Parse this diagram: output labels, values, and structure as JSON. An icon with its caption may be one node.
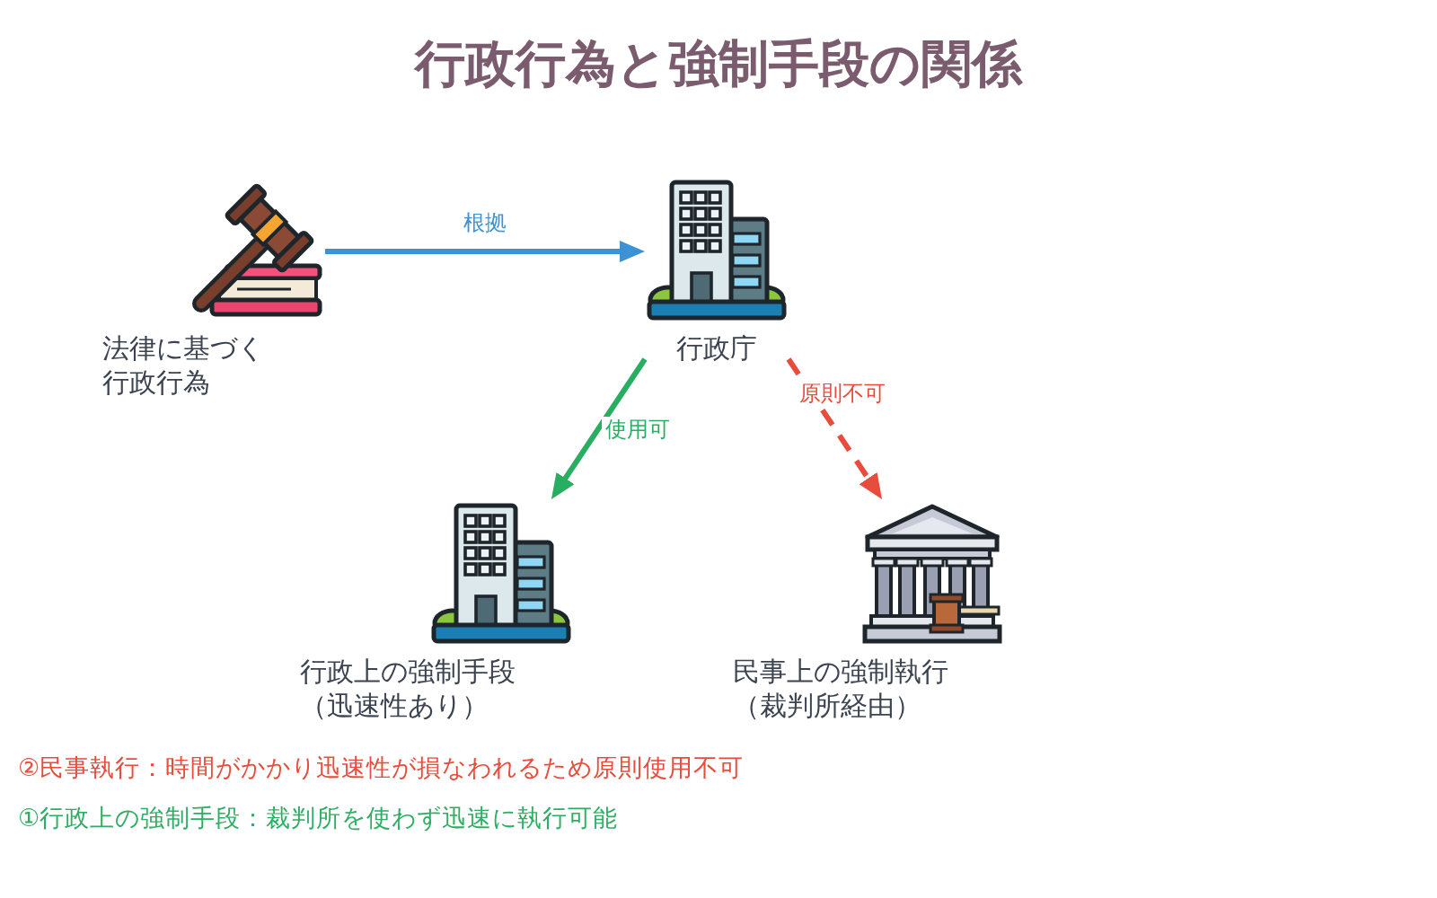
{
  "diagram": {
    "title": "行政行為と強制手段の関係",
    "nodes": [
      {
        "text": [
          "法律に基づく行政行為"
        ]
      },
      {
        "text": [
          "行政庁"
        ]
      },
      {
        "text": [
          "行政上の強制手段（迅速性あり）"
        ]
      },
      {
        "text": [
          "民事上の強制執行（裁判所経由）"
        ]
      }
    ],
    "edges": [
      {
        "from": 0,
        "to": 1,
        "arrow": "to",
        "label": "根拠",
        "color": "#3b93d6"
      },
      {
        "from": 1,
        "to": 2,
        "arrow": "to",
        "label": "使用可",
        "color": "#27ae60"
      },
      {
        "from": 1,
        "to": 3,
        "arrow": "to",
        "label": "原則不可",
        "style": "dashed",
        "color": "#e74c3c"
      }
    ],
    "labels": [
      "②民事執行：時間がかかり迅速性が損なわれるため原則使用不可",
      "①行政上の強制手段：裁判所を使わず迅速に執行可能"
    ]
  }
}
